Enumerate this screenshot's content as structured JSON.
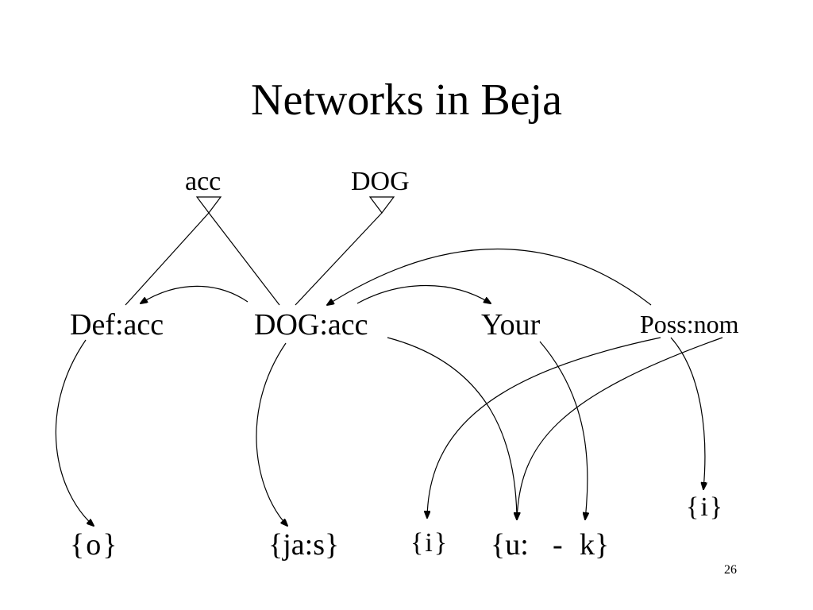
{
  "slide": {
    "title": "Networks in Beja",
    "page_number": "26"
  },
  "nodes": {
    "acc": "acc",
    "dog": "DOG",
    "def_acc": "Def:acc",
    "dog_acc": "DOG:acc",
    "your": "Your",
    "poss_nom": "Poss:nom",
    "form_o": "{o}",
    "form_jas": "{ja:s}",
    "form_i_low": "{i}",
    "form_u": "{u:",
    "form_dash": "-",
    "form_k": "k}",
    "form_i_high": "{i}"
  }
}
